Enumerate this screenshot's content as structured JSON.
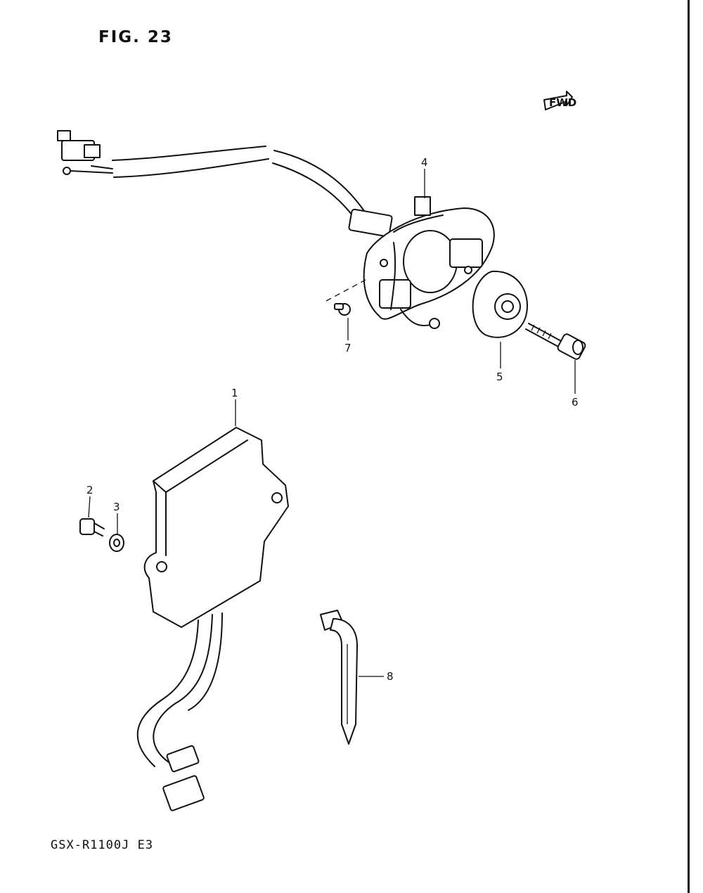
{
  "figure": {
    "title": "FIG. 23",
    "model_code": "GSX-R1100J  E3",
    "fwd_label": "FWD"
  },
  "callouts": [
    {
      "id": "1",
      "label": "1"
    },
    {
      "id": "2",
      "label": "2"
    },
    {
      "id": "3",
      "label": "3"
    },
    {
      "id": "4",
      "label": "4"
    },
    {
      "id": "5",
      "label": "5"
    },
    {
      "id": "6",
      "label": "6"
    },
    {
      "id": "7",
      "label": "7"
    },
    {
      "id": "8",
      "label": "8"
    }
  ]
}
